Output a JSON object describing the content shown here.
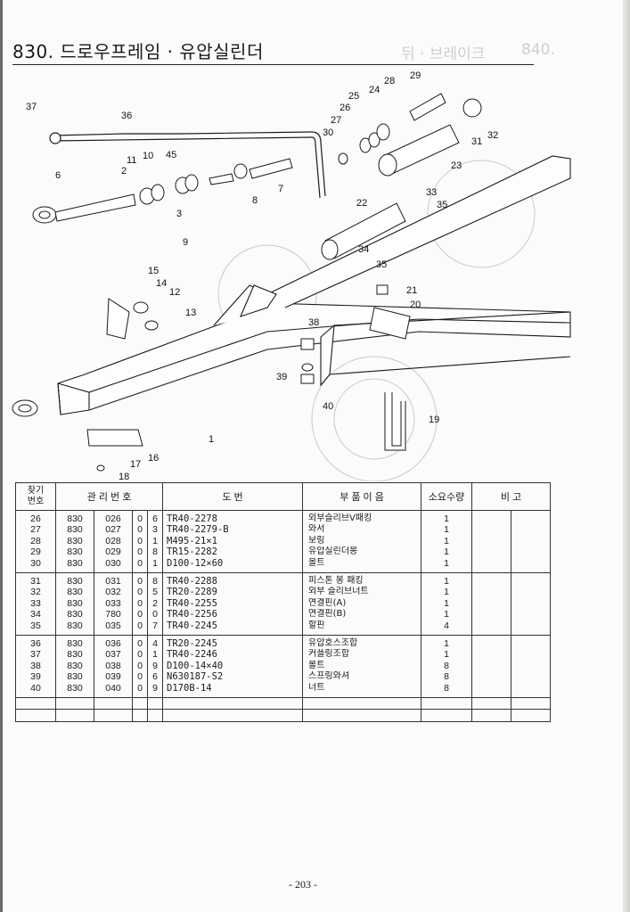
{
  "header": {
    "title": "830. 드로우프레임 · 유압실린더",
    "ghost_title": "뒤 · 브레이크",
    "ghost_num": "840."
  },
  "diagram": {
    "callouts": [
      "1",
      "2",
      "3",
      "6",
      "7",
      "8",
      "9",
      "10",
      "11",
      "12",
      "13",
      "14",
      "15",
      "16",
      "17",
      "18",
      "19",
      "20",
      "21",
      "22",
      "23",
      "24",
      "25",
      "26",
      "27",
      "28",
      "29",
      "30",
      "31",
      "32",
      "33",
      "34",
      "35",
      "35",
      "36",
      "37",
      "38",
      "39",
      "40",
      "45"
    ]
  },
  "table": {
    "headers": {
      "find_no": [
        "찾기",
        "번호"
      ],
      "mgmt_no": "관 리 번 호",
      "drawing_no": "도 번",
      "part_name": "부 품 이 음",
      "qty": "소요수량",
      "remarks": "비 고"
    },
    "groups": [
      [
        {
          "no": "26",
          "g": "830",
          "s": "026",
          "a": "0",
          "b": "6",
          "dwg": "TR40-2278",
          "name": "외부슬리브V패킹",
          "qty": "1"
        },
        {
          "no": "27",
          "g": "830",
          "s": "027",
          "a": "0",
          "b": "3",
          "dwg": "TR40-2279-B",
          "name": "와서",
          "qty": "1"
        },
        {
          "no": "28",
          "g": "830",
          "s": "028",
          "a": "0",
          "b": "1",
          "dwg": "M495-21×1",
          "name": "보링",
          "qty": "1"
        },
        {
          "no": "29",
          "g": "830",
          "s": "029",
          "a": "0",
          "b": "8",
          "dwg": "TR15-2282",
          "name": "유압실린더봉",
          "qty": "1"
        },
        {
          "no": "30",
          "g": "830",
          "s": "030",
          "a": "0",
          "b": "1",
          "dwg": "D100-12×60",
          "name": "볼트",
          "qty": "1"
        }
      ],
      [
        {
          "no": "31",
          "g": "830",
          "s": "031",
          "a": "0",
          "b": "8",
          "dwg": "TR40-2288",
          "name": "피스톤 봉 패킹",
          "qty": "1"
        },
        {
          "no": "32",
          "g": "830",
          "s": "032",
          "a": "0",
          "b": "5",
          "dwg": "TR20-2289",
          "name": "외부 슬리브너트",
          "qty": "1"
        },
        {
          "no": "33",
          "g": "830",
          "s": "033",
          "a": "0",
          "b": "2",
          "dwg": "TR40-2255",
          "name": "연결핀(A)",
          "qty": "1"
        },
        {
          "no": "34",
          "g": "830",
          "s": "780",
          "a": "0",
          "b": "0",
          "dwg": "TR40-2256",
          "name": "연결핀(B)",
          "qty": "1"
        },
        {
          "no": "35",
          "g": "830",
          "s": "035",
          "a": "0",
          "b": "7",
          "dwg": "TR40-2245",
          "name": "할핀",
          "qty": "4"
        }
      ],
      [
        {
          "no": "36",
          "g": "830",
          "s": "036",
          "a": "0",
          "b": "4",
          "dwg": "TR20-2245",
          "name": "유압호스조합",
          "qty": "1"
        },
        {
          "no": "37",
          "g": "830",
          "s": "037",
          "a": "0",
          "b": "1",
          "dwg": "TR40-2246",
          "name": "커플링조합",
          "qty": "1"
        },
        {
          "no": "38",
          "g": "830",
          "s": "038",
          "a": "0",
          "b": "9",
          "dwg": "D100-14×40",
          "name": "볼트",
          "qty": "8"
        },
        {
          "no": "39",
          "g": "830",
          "s": "039",
          "a": "0",
          "b": "6",
          "dwg": "N630187-S2",
          "name": "스프링와셔",
          "qty": "8"
        },
        {
          "no": "40",
          "g": "830",
          "s": "040",
          "a": "0",
          "b": "9",
          "dwg": "D170B-14",
          "name": "너트",
          "qty": "8"
        }
      ]
    ]
  },
  "footer": {
    "page_number": "- 203 -"
  }
}
